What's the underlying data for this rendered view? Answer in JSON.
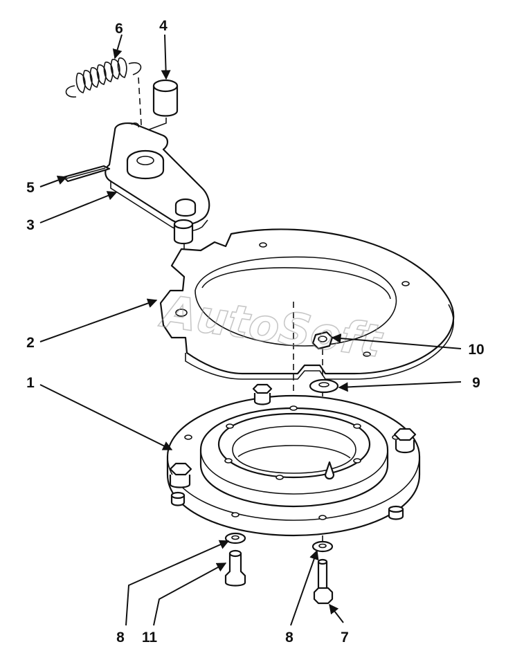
{
  "watermark": {
    "text": "AutoSoft"
  },
  "callouts": [
    {
      "id": "c6",
      "label": "6"
    },
    {
      "id": "c4",
      "label": "4"
    },
    {
      "id": "c5",
      "label": "5"
    },
    {
      "id": "c3",
      "label": "3"
    },
    {
      "id": "c2",
      "label": "2"
    },
    {
      "id": "c10",
      "label": "10"
    },
    {
      "id": "c1",
      "label": "1"
    },
    {
      "id": "c9",
      "label": "9"
    },
    {
      "id": "c8a",
      "label": "8"
    },
    {
      "id": "c11",
      "label": "11"
    },
    {
      "id": "c8b",
      "label": "8"
    },
    {
      "id": "c7",
      "label": "7"
    }
  ]
}
